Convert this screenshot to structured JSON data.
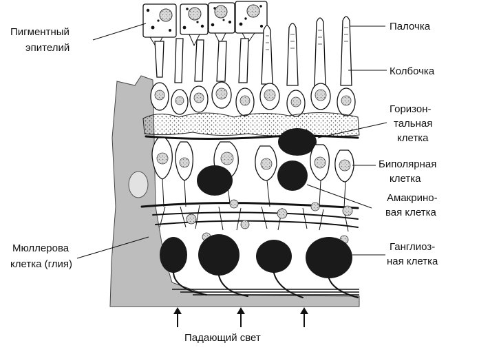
{
  "labels": {
    "pigment_line1": "Пигментный",
    "pigment_line2": "эпителий",
    "rod": "Палочка",
    "cone": "Колбочка",
    "horizontal_line1": "Горизон-",
    "horizontal_line2": "тальная",
    "horizontal_line3": "клетка",
    "bipolar_line1": "Биполярная",
    "bipolar_line2": "клетка",
    "amacrine_line1": "Амакрино-",
    "amacrine_line2": "вая клетка",
    "muller_line1": "Мюллерова",
    "muller_line2": "клетка (глия)",
    "ganglion_line1": "Ганглиоз-",
    "ganglion_line2": "ная клетка",
    "incident_light": "Падающий свет"
  }
}
